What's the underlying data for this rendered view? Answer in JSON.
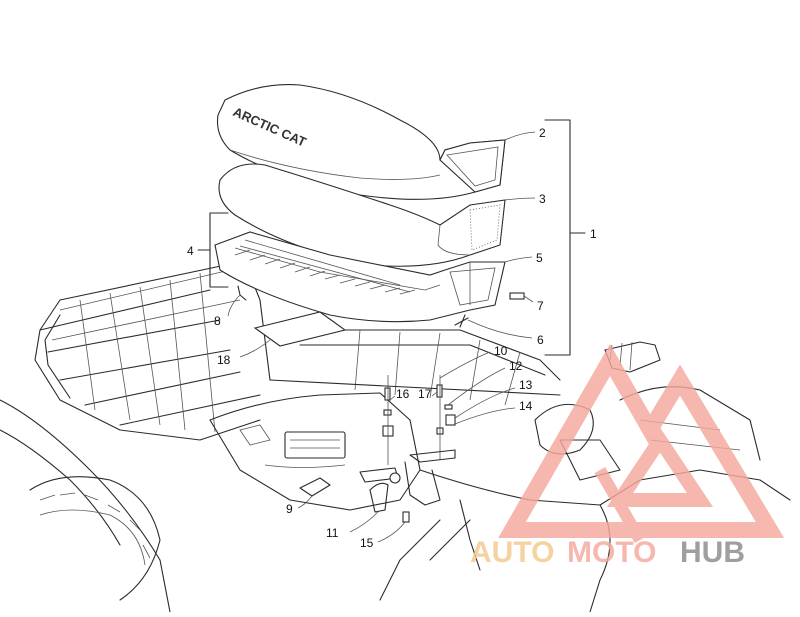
{
  "diagram": {
    "callouts": [
      {
        "id": "1",
        "label": "1"
      },
      {
        "id": "2",
        "label": "2"
      },
      {
        "id": "3",
        "label": "3"
      },
      {
        "id": "4",
        "label": "4"
      },
      {
        "id": "5",
        "label": "5"
      },
      {
        "id": "6",
        "label": "6"
      },
      {
        "id": "7",
        "label": "7"
      },
      {
        "id": "8",
        "label": "8"
      },
      {
        "id": "9",
        "label": "9"
      },
      {
        "id": "10",
        "label": "10"
      },
      {
        "id": "11",
        "label": "11"
      },
      {
        "id": "12",
        "label": "12"
      },
      {
        "id": "13",
        "label": "13"
      },
      {
        "id": "14",
        "label": "14"
      },
      {
        "id": "15",
        "label": "15"
      },
      {
        "id": "16",
        "label": "16"
      },
      {
        "id": "17",
        "label": "17"
      },
      {
        "id": "18",
        "label": "18"
      }
    ],
    "seat_lettering": "ARCTIC CAT"
  },
  "watermark": {
    "text_part1": "AUTO",
    "text_part2": "MOTO",
    "text_part3": "HUB",
    "color_primary": "#f5a89e",
    "color_secondary": "#f3c98a",
    "color_dark": "#8a8a8a"
  }
}
